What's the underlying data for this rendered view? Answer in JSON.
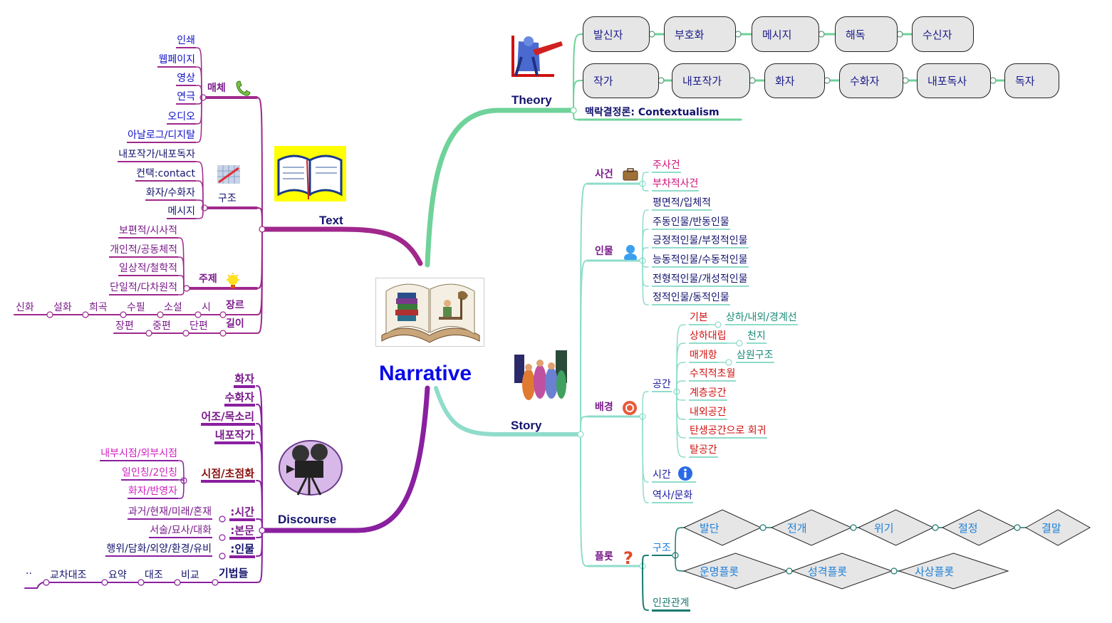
{
  "title": "Narrative",
  "colors": {
    "theory": "#6fd29a",
    "story": "#8fdccb",
    "text": "#a0288c",
    "discourse": "#8a1fa0",
    "title": "#0a0ae8"
  },
  "theory": {
    "label": "Theory",
    "row1": [
      "발신자",
      "부호화",
      "메시지",
      "해독",
      "수신자"
    ],
    "row2": [
      "작가",
      "내포작가",
      "화자",
      "수화자",
      "내포독사",
      "독자"
    ],
    "context": "맥락결정론: Contextualism"
  },
  "story": {
    "label": "Story",
    "event": {
      "label": "사건",
      "icon": "briefcase-icon",
      "items": [
        "주사건",
        "부차적사건"
      ]
    },
    "character": {
      "label": "인물",
      "icon": "person-icon",
      "items": [
        "평면적/입체적",
        "주동인물/반동인물",
        "긍정적인물/부정적인물",
        "능동적인물/수동적인물",
        "전형적인물/개성적인물",
        "정적인물/동적인물"
      ]
    },
    "setting": {
      "label": "배경",
      "icon": "target-icon",
      "space": {
        "label": "공간",
        "items": [
          {
            "label": "기본",
            "sub": "상하/내외/경계선"
          },
          {
            "label": "상하대립",
            "sub": "천지"
          },
          {
            "label": "매개항",
            "sub": "삼원구조"
          },
          {
            "label": "수직적초월"
          },
          {
            "label": "계층공간"
          },
          {
            "label": "내외공간"
          },
          {
            "label": "탄생공간으로 회귀"
          },
          {
            "label": "탈공간"
          }
        ]
      },
      "time": "시간",
      "time_icon": "info-icon",
      "history": "역사/문화"
    },
    "plot": {
      "label": "플롯",
      "icon": "question-icon",
      "structure": "구조",
      "row1": [
        "발단",
        "전개",
        "위기",
        "절정",
        "결말"
      ],
      "row2": [
        "운명플롯",
        "성격플롯",
        "사상플롯"
      ],
      "causality": "인관관계"
    }
  },
  "text": {
    "label": "Text",
    "media": {
      "label": "매체",
      "icon": "phone-icon",
      "items": [
        "인쇄",
        "웹페이지",
        "영상",
        "연극",
        "오디오",
        "아날로그/디지탈"
      ]
    },
    "structure": {
      "label": "구조",
      "icon": "chart-icon",
      "items": [
        "내포작가/내포독자",
        "컨택:contact",
        "화자/수화자",
        "메시지"
      ]
    },
    "theme": {
      "label": "주제",
      "icon": "lightbulb-icon",
      "items": [
        "보편적/시사적",
        "개인적/공동체적",
        "일상적/철학적",
        "단일적/다차원적"
      ]
    },
    "genre": {
      "label": "장르",
      "items": [
        "시",
        "소설",
        "수필",
        "희곡",
        "설화",
        "신화"
      ]
    },
    "length": {
      "label": "길이",
      "items": [
        "단편",
        "중편",
        "장편"
      ]
    }
  },
  "discourse": {
    "label": "Discourse",
    "items": [
      "화자",
      "수화자",
      "어조/목소리",
      "내포작가"
    ],
    "viewpoint": {
      "label": "시점/초점화",
      "items": [
        "내부시점/외부시점",
        "일인칭/2인칭",
        "화자/반영자"
      ]
    },
    "time": {
      "label": ":시간",
      "value": "과거/현재/미래/혼재"
    },
    "body": {
      "label": ":본문",
      "value": "서술/묘사/대화"
    },
    "character": {
      "label": ":인물",
      "value": "행위/담화/외양/환경/유비"
    },
    "techniques": {
      "label": "기법들",
      "items": [
        "비교",
        "대조",
        "요약",
        "교차대조"
      ],
      "more": ".."
    }
  }
}
